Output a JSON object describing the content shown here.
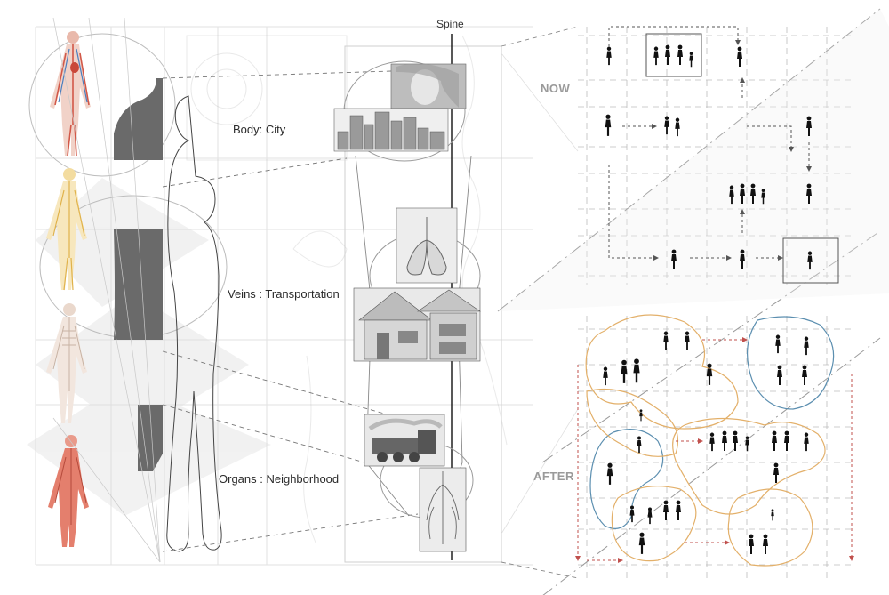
{
  "labels": {
    "spine": "Spine",
    "body_city": "Body: City",
    "veins_transport": "Veins : Transportation",
    "organs_neighborhood": "Organs : Neighborhood",
    "now": "NOW",
    "after": "AFTER"
  },
  "colors": {
    "grid_line": "#d8d8d8",
    "silhouette": "#6a6a6a",
    "cluster_orange": "#e3b06a",
    "cluster_blue": "#5c8fb0",
    "red_arrow": "#c0504d",
    "anatomy_red": "#d97a6a",
    "anatomy_yellow": "#e8c86e"
  },
  "icons": [
    "human-figure-icon",
    "arrow-icon"
  ]
}
